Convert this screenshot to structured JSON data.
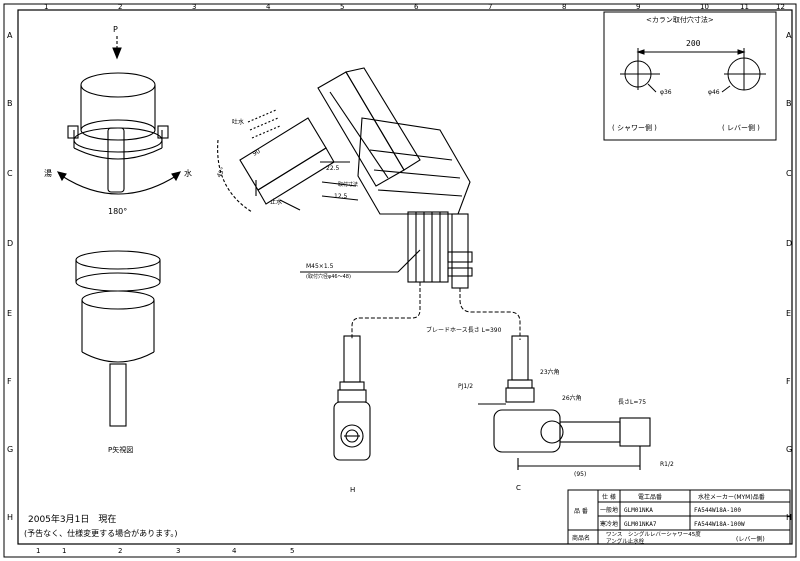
{
  "border": {
    "top_numbers": [
      "1",
      "2",
      "3",
      "4",
      "5",
      "6",
      "7",
      "8",
      "9",
      "10",
      "11",
      "12"
    ],
    "left_letters": [
      "A",
      "B",
      "C",
      "D",
      "E",
      "F",
      "G",
      "H"
    ],
    "bottom_numbers": [
      "1",
      "1",
      "2",
      "3",
      "4",
      "5"
    ]
  },
  "top_view": {
    "p_label": "P",
    "cold_label": "湯",
    "hot_label": "水",
    "angle_label": "180°"
  },
  "side_view": {
    "caption": "P矢視図"
  },
  "main_body": {
    "label_45": "45°",
    "label_90": "90",
    "label_225": "22.5",
    "label_125": "12.5",
    "label_dim_vertical": "取付寸法",
    "label_water": "止水",
    "label_toisu": "吐水",
    "label_thread": "M45×1.5",
    "label_thread_sub": "(取付穴径φ46～48)",
    "label_hose": "ブレードホース長さ L=390"
  },
  "view_h": {
    "caption": "H"
  },
  "view_c": {
    "caption": "C",
    "pj": "PJ1/2",
    "hex23": "23六角",
    "hex26": "26六角",
    "length": "長さL=75",
    "r12": "R1/2",
    "dim95": "(95)"
  },
  "counter_box": {
    "title": "<カラン取付穴寸法>",
    "dim": "200",
    "left_dia": "φ36",
    "right_dia": "φ46",
    "left_side": "( シャワー側 )",
    "right_side": "( レバー側 )"
  },
  "note": {
    "date": "2005年3月1日　現在",
    "change": "(予告なく、仕様変更する場合があります。)"
  },
  "title_table": {
    "header": [
      "仕 様",
      "電工品番",
      "水栓メーカー(MYM)品番"
    ],
    "group_label": "品 番",
    "rows": [
      [
        "一般地",
        "GLM01NKA",
        "FA544W18A-100"
      ],
      [
        "寒冷地",
        "GLM01NKA7",
        "FA544W18A-100W"
      ]
    ],
    "name_label": "商品名",
    "product": "ワンス シングルレバーシャワー45度\nアングル止水栓",
    "product_line1": "ワンス　シングルレバーシャワー45度",
    "product_line2": "アングル止水栓",
    "product_note": "(レバー側)"
  }
}
